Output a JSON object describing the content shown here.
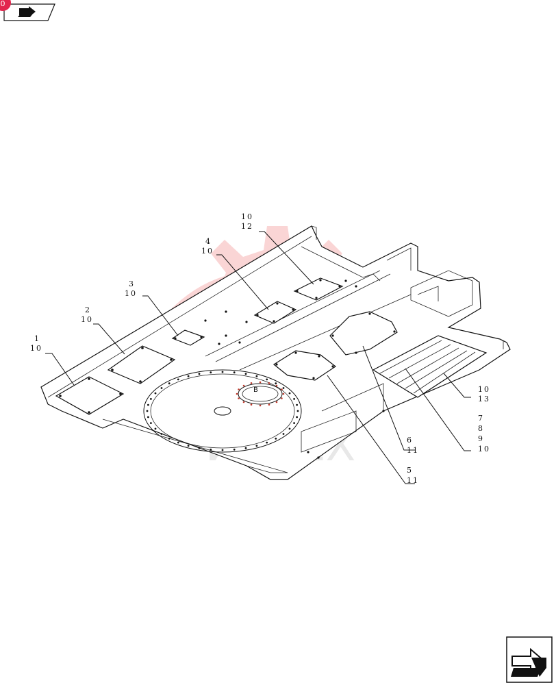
{
  "header": {
    "badge_text": "0",
    "badge_color": "#e2264d",
    "nav_icon": "arrow-right-icon"
  },
  "footer": {
    "nav_icon": "arrow-next-page-icon"
  },
  "watermark": {
    "text": "ИНТЕХ",
    "gear_color": "#f6b3b3"
  },
  "callouts": [
    {
      "id": "c1",
      "lines": [
        "1",
        "10"
      ]
    },
    {
      "id": "c2",
      "lines": [
        "2",
        "10"
      ]
    },
    {
      "id": "c3",
      "lines": [
        "3",
        "10"
      ]
    },
    {
      "id": "c4",
      "lines": [
        "4",
        "10"
      ]
    },
    {
      "id": "c5",
      "lines": [
        "10",
        "12"
      ]
    },
    {
      "id": "c6",
      "lines": [
        "10",
        "13"
      ]
    },
    {
      "id": "c7",
      "lines": [
        "7",
        "8",
        "9",
        "10"
      ]
    },
    {
      "id": "c8",
      "lines": [
        "6",
        "11"
      ]
    },
    {
      "id": "c9",
      "lines": [
        "5",
        "11"
      ]
    }
  ],
  "hatch_label": "B"
}
